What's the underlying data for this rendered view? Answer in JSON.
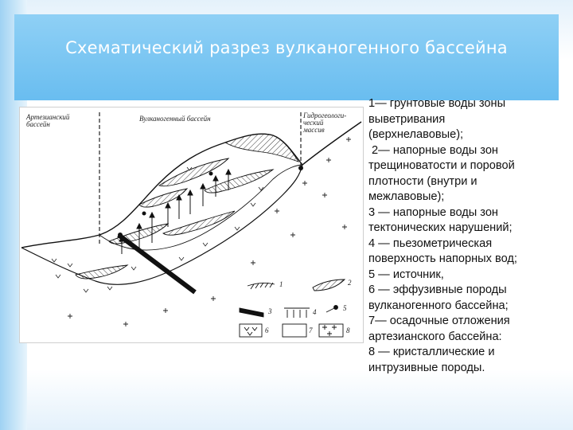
{
  "slide": {
    "title": "Схематический разрез вулканогенного бассейна"
  },
  "figure": {
    "label_artesian_1": "Артезианский",
    "label_artesian_2": "бассейн",
    "label_volcanic": "Вулканогенный  бассейн",
    "label_hydro_1": "Гидрогеологи-",
    "label_hydro_2": "ческий",
    "label_hydro_3": "массив",
    "legend_numbers": [
      "1",
      "2",
      "3",
      "4",
      "5",
      "6",
      "7",
      "8"
    ]
  },
  "legend": {
    "lines": [
      "1— грунтовые воды зоны",
      "выветривания",
      "(верхнелавовые);",
      " 2— напорные воды зон",
      "трещиноватости и поровой",
      "плотности (внутри и",
      "межлавовые);",
      "3 — напорные воды зон",
      "тектонических нарушений;",
      "4 — пьезометрическая",
      "поверхность напорных вод;",
      "5 — источник,",
      "6 — эффузивные породы",
      "вулканогенного бассейна;",
      "7— осадочные отложения",
      "артезианского бассейна:",
      "8 — кристаллические и",
      "интрузивные породы."
    ]
  },
  "colors": {
    "title_band": "#69bdf0",
    "title_text": "#ffffff",
    "ink": "#111111"
  }
}
